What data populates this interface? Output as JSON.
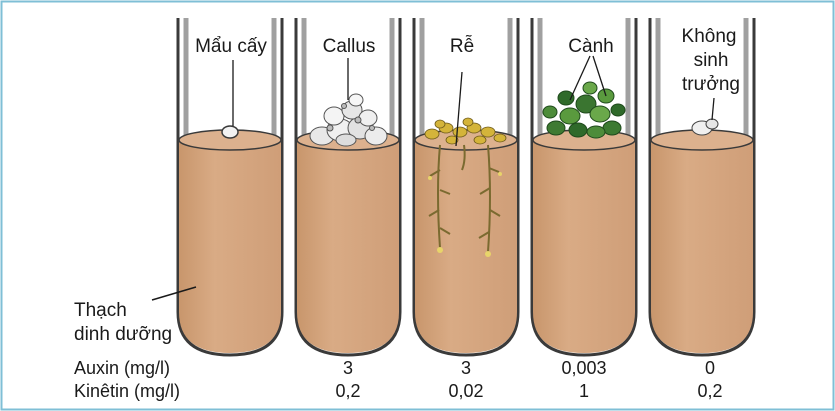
{
  "colors": {
    "frame": "#7fbfd6",
    "medium": "#d8aa84",
    "medium_top": "#dcb18e",
    "tube_outline": "#3a3a3a",
    "glass_edge": "#9a9a9a",
    "callus": "#e6e6e6",
    "root_cluster": "#d2b23a",
    "roots": "#8a7a3c",
    "shoot_dark": "#2f6a2a",
    "shoot_light": "#6fa04a"
  },
  "tube_labels": {
    "explant": "Mẩu cấy",
    "callus": "Callus",
    "root": "Rễ",
    "shoot": "Cành",
    "no_growth_1": "Không",
    "no_growth_2": "sinh",
    "no_growth_3": "trưởng"
  },
  "medium_label": {
    "line1": "Thạch",
    "line2": "dinh dưỡng"
  },
  "rows": {
    "auxin_label": "Auxin (mg/l)",
    "kinetin_label": "Kinêtin (mg/l)",
    "auxin_values": [
      "3",
      "3",
      "0,003",
      "0"
    ],
    "kinetin_values": [
      "0,2",
      "0,02",
      "1",
      "0,2"
    ]
  }
}
